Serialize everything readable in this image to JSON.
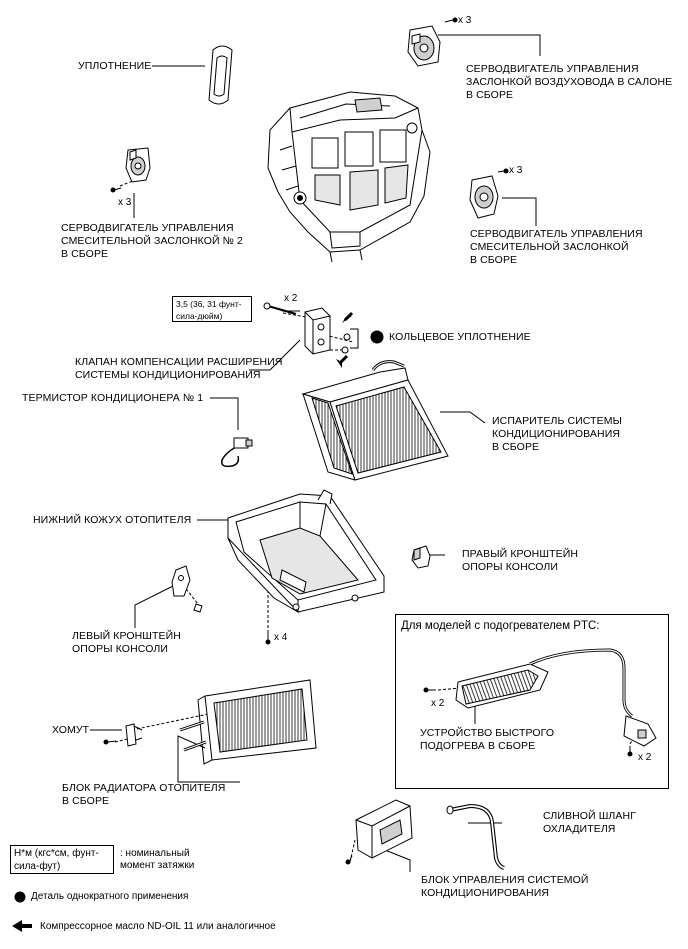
{
  "labels": {
    "seal": "УПЛОТНЕНИЕ",
    "servo_cabin_duct": "СЕРВОДВИГАТЕЛЬ УПРАВЛЕНИЯ\nЗАСЛОНКОЙ ВОЗДУХОВОДА В САЛОНЕ\nВ СБОРЕ",
    "servo_mix_2": "СЕРВОДВИГАТЕЛЬ УПРАВЛЕНИЯ\nСМЕСИТЕЛЬНОЙ ЗАСЛОНКОЙ № 2\nВ СБОРЕ",
    "servo_mix": "СЕРВОДВИГАТЕЛЬ УПРАВЛЕНИЯ\nСМЕСИТЕЛЬНОЙ ЗАСЛОНКОЙ\nВ СБОРЕ",
    "o_ring": "КОЛЬЦЕВОЕ УПЛОТНЕНИЕ",
    "expansion_valve": "КЛАПАН КОМПЕНСАЦИИ РАСШИРЕНИЯ\nСИСТЕМЫ КОНДИЦИОНИРОВАНИЯ",
    "thermistor": "ТЕРМИСТОР КОНДИЦИОНЕРА № 1",
    "evaporator": "ИСПАРИТЕЛЬ СИСТЕМЫ\nКОНДИЦИОНИРОВАНИЯ\nВ СБОРЕ",
    "lower_case": "НИЖНИЙ КОЖУХ ОТОПИТЕЛЯ",
    "right_bracket": "ПРАВЫЙ КРОНШТЕЙН\nОПОРЫ КОНСОЛИ",
    "left_bracket": "ЛЕВЫЙ КРОНШТЕЙН\nОПОРЫ КОНСОЛИ",
    "ptc_title": "Для моделей с подогревателем PTC:",
    "quick_heater": "УСТРОЙСТВО БЫСТРОГО\nПОДОГРЕВА В СБОРЕ",
    "clamp": "ХОМУТ",
    "heater_core": "БЛОК РАДИАТОРА ОТОПИТЕЛЯ\nВ СБОРЕ",
    "drain_hose": "СЛИВНОЙ ШЛАНГ\nОХЛАДИТЕЛЯ",
    "ac_control_unit": "БЛОК УПРАВЛЕНИЯ СИСТЕМОЙ\nКОНДИЦИОНИРОВАНИЯ"
  },
  "quantities": {
    "q_servo_cabin": "x 3",
    "q_servo_mix_2": "x 3",
    "q_servo_mix": "x 3",
    "q_valve_bolt": "x 2",
    "q_lower_case": "x 4",
    "q_ptc_left": "x 2",
    "q_ptc_right": "x 2"
  },
  "torque": "3,5 (36, 31 фунт-\nсила-дюйм)",
  "legend": {
    "units_box": "Н*м (кгс*см, фунт-\nсила-фут)",
    "units_desc": ": номинальный\nмомент затяжки",
    "single_use": "Деталь однократного применения",
    "oil": "Компрессорное масло ND-OIL 11 или аналогичное"
  },
  "colors": {
    "line": "#000000",
    "part_fill": "#ffffff",
    "part_shade": "#cfcfcf"
  }
}
